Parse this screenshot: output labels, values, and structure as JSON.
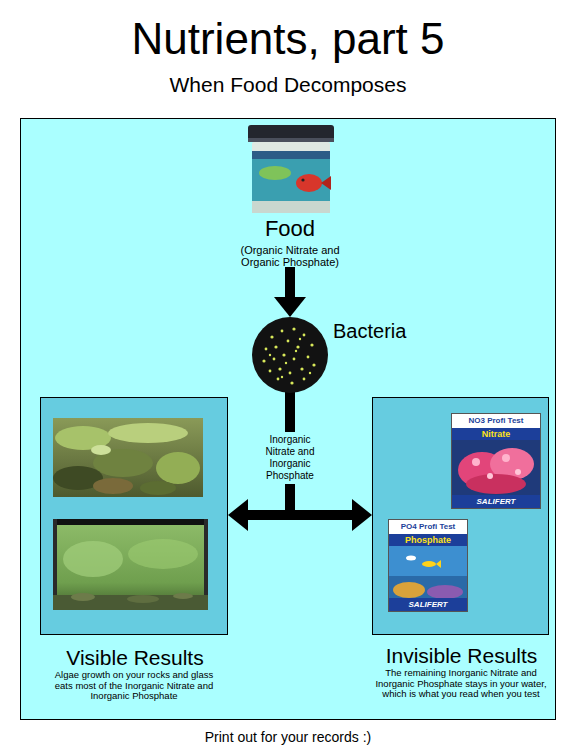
{
  "diagram": {
    "title": "Nutrients, part 5",
    "caption": "When Food Decomposes",
    "nodes": [
      {
        "text": [
          "Food",
          "(Organic Nitrate and Organic Phosphate)"
        ]
      },
      {
        "text": [
          "Bacteria"
        ]
      },
      {
        "text": [
          "Visible Results",
          "Algae growth on your rocks and glass eats most of the Inorganic Nitrate and Inorganic Phosphate"
        ]
      },
      {
        "text": [
          "Invisible Results",
          "The remaining Inorganic Nitrate and Inorganic Phosphate stays in your water, which is what you read when you test"
        ]
      }
    ],
    "edges": [
      {
        "from": 0,
        "to": 1,
        "arrow": "to"
      },
      {
        "from": 1,
        "to": 2,
        "label": "Inorganic Nitrate and Inorganic Phosphate",
        "arrow": "to"
      },
      {
        "from": 1,
        "to": 3,
        "arrow": "to"
      }
    ],
    "labels": [
      "NO3 Profi Test",
      "Nitrate",
      "SALIFERT",
      "PO4 Profi Test",
      "Phosphate",
      "SALIFERT",
      "Print out for your records :)"
    ]
  }
}
